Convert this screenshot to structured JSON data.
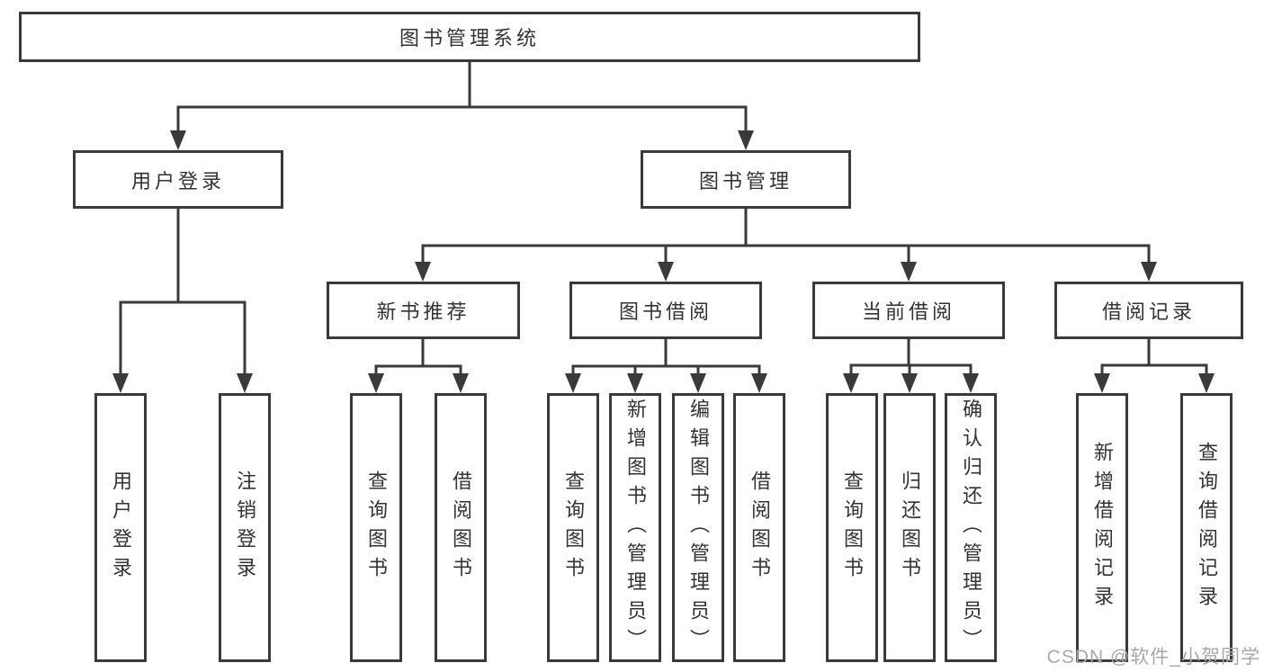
{
  "diagram": {
    "watermark": "CSDN @软件_小贺同学",
    "colors": {
      "line": "#3a3a3a",
      "box_border": "#3a3a3a",
      "text": "#333333",
      "watermark": "#a8a8a8",
      "background": "#ffffff"
    },
    "tree": {
      "label": "图书管理系统",
      "children": [
        {
          "label": "用户登录",
          "children": [
            {
              "label": "用户登录"
            },
            {
              "label": "注销登录"
            }
          ]
        },
        {
          "label": "图书管理",
          "children": [
            {
              "label": "新书推荐",
              "children": [
                {
                  "label": "查询图书"
                },
                {
                  "label": "借阅图书"
                }
              ]
            },
            {
              "label": "图书借阅",
              "children": [
                {
                  "label": "查询图书"
                },
                {
                  "label": "新增图书（管理员）"
                },
                {
                  "label": "编辑图书（管理员）"
                },
                {
                  "label": "借阅图书"
                }
              ]
            },
            {
              "label": "当前借阅",
              "children": [
                {
                  "label": "查询图书"
                },
                {
                  "label": "归还图书"
                },
                {
                  "label": "确认归还（管理员）"
                }
              ]
            },
            {
              "label": "借阅记录",
              "children": [
                {
                  "label": "新增借阅记录"
                },
                {
                  "label": "查询借阅记录"
                }
              ]
            }
          ]
        }
      ]
    }
  }
}
